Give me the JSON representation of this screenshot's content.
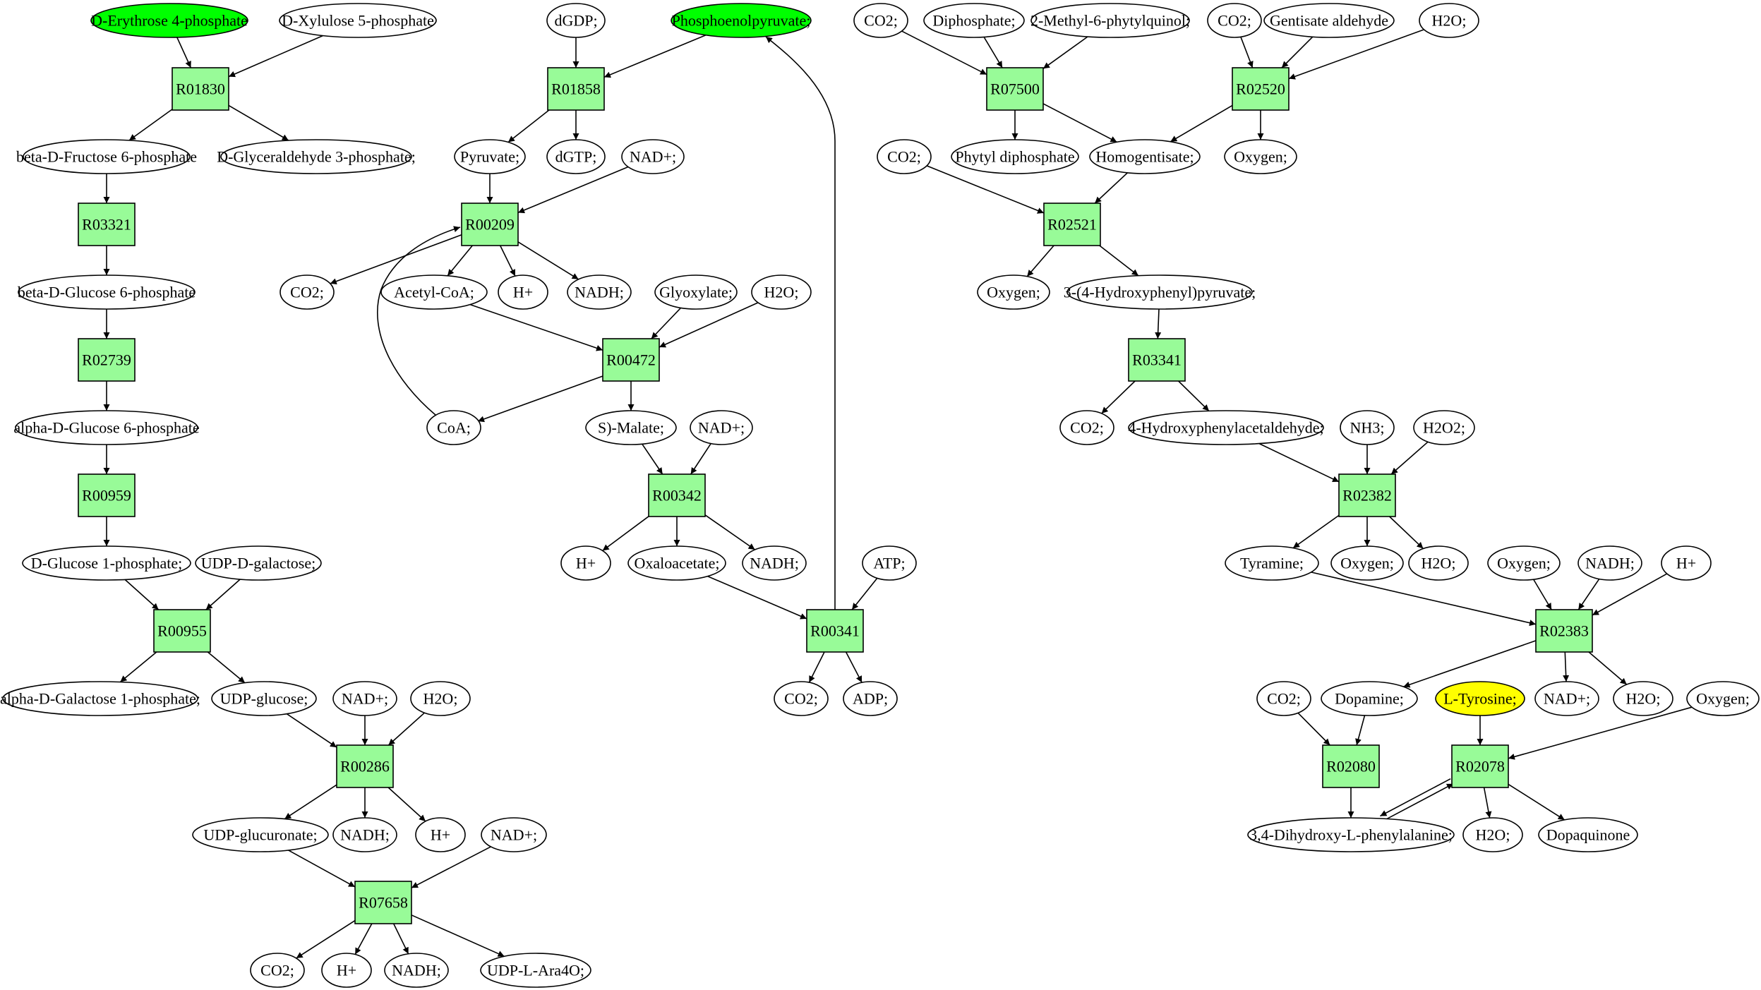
{
  "colors": {
    "reaction_fill": "#98fb98",
    "compound_fill": "#ffffff",
    "highlight_green": "#00ff00",
    "highlight_yellow": "#ffff00",
    "stroke": "#000000"
  },
  "reactions": [
    {
      "id": "R01830",
      "label": "R01830"
    },
    {
      "id": "R03321",
      "label": "R03321"
    },
    {
      "id": "R02739",
      "label": "R02739"
    },
    {
      "id": "R00959",
      "label": "R00959"
    },
    {
      "id": "R00955",
      "label": "R00955"
    },
    {
      "id": "R00286",
      "label": "R00286"
    },
    {
      "id": "R07658",
      "label": "R07658"
    },
    {
      "id": "R01858",
      "label": "R01858"
    },
    {
      "id": "R00209",
      "label": "R00209"
    },
    {
      "id": "R00472",
      "label": "R00472"
    },
    {
      "id": "R00342",
      "label": "R00342"
    },
    {
      "id": "R00341",
      "label": "R00341"
    },
    {
      "id": "R07500",
      "label": "R07500"
    },
    {
      "id": "R02520",
      "label": "R02520"
    },
    {
      "id": "R02521",
      "label": "R02521"
    },
    {
      "id": "R03341",
      "label": "R03341"
    },
    {
      "id": "R02382",
      "label": "R02382"
    },
    {
      "id": "R02383",
      "label": "R02383"
    },
    {
      "id": "R02080",
      "label": "R02080"
    },
    {
      "id": "R02078",
      "label": "R02078"
    }
  ],
  "compounds": [
    {
      "id": "c_e4p",
      "label": "D-Erythrose 4-phosphate",
      "highlight": "green"
    },
    {
      "id": "c_x5p",
      "label": "D-Xylulose 5-phosphate"
    },
    {
      "id": "c_f6p",
      "label": "beta-D-Fructose 6-phosphate"
    },
    {
      "id": "c_g3p",
      "label": "D-Glyceraldehyde 3-phosphate;"
    },
    {
      "id": "c_bg6p",
      "label": "beta-D-Glucose 6-phosphate"
    },
    {
      "id": "c_ag6p",
      "label": "alpha-D-Glucose 6-phosphate"
    },
    {
      "id": "c_g1p",
      "label": "D-Glucose 1-phosphate;"
    },
    {
      "id": "c_udpgal",
      "label": "UDP-D-galactose;"
    },
    {
      "id": "c_agal1p",
      "label": "alpha-D-Galactose 1-phosphate;"
    },
    {
      "id": "c_udpglc",
      "label": "UDP-glucose;"
    },
    {
      "id": "c_nad_286",
      "label": "NAD+;"
    },
    {
      "id": "c_h2o_286",
      "label": "H2O;"
    },
    {
      "id": "c_udpglcA",
      "label": "UDP-glucuronate;"
    },
    {
      "id": "c_nadh_286",
      "label": "NADH;"
    },
    {
      "id": "c_h_286",
      "label": "H+"
    },
    {
      "id": "c_nad_7658",
      "label": "NAD+;"
    },
    {
      "id": "c_co2_7658",
      "label": "CO2;"
    },
    {
      "id": "c_h_7658",
      "label": "H+"
    },
    {
      "id": "c_nadh_7658",
      "label": "NADH;"
    },
    {
      "id": "c_udpara",
      "label": "UDP-L-Ara4O;"
    },
    {
      "id": "c_dgdp",
      "label": "dGDP;"
    },
    {
      "id": "c_pep",
      "label": "Phosphoenolpyruvate;",
      "highlight": "green"
    },
    {
      "id": "c_pyr",
      "label": "Pyruvate;"
    },
    {
      "id": "c_dgtp",
      "label": "dGTP;"
    },
    {
      "id": "c_nad_209",
      "label": "NAD+;"
    },
    {
      "id": "c_co2_209",
      "label": "CO2;"
    },
    {
      "id": "c_accoa",
      "label": "Acetyl-CoA;"
    },
    {
      "id": "c_h_209",
      "label": "H+"
    },
    {
      "id": "c_nadh_209",
      "label": "NADH;"
    },
    {
      "id": "c_glyox",
      "label": "Glyoxylate;"
    },
    {
      "id": "c_h2o_472",
      "label": "H2O;"
    },
    {
      "id": "c_coa",
      "label": "CoA;"
    },
    {
      "id": "c_smal",
      "label": "S)-Malate;"
    },
    {
      "id": "c_nad_342",
      "label": "NAD+;"
    },
    {
      "id": "c_h_342",
      "label": "H+"
    },
    {
      "id": "c_oaa",
      "label": "Oxaloacetate;"
    },
    {
      "id": "c_nadh_342",
      "label": "NADH;"
    },
    {
      "id": "c_atp",
      "label": "ATP;"
    },
    {
      "id": "c_co2_341",
      "label": "CO2;"
    },
    {
      "id": "c_adp",
      "label": "ADP;"
    },
    {
      "id": "c_co2_a",
      "label": "CO2;"
    },
    {
      "id": "c_pp",
      "label": "Diphosphate;"
    },
    {
      "id": "c_mpq",
      "label": "2-Methyl-6-phytylquinol;"
    },
    {
      "id": "c_co2_b",
      "label": "CO2;"
    },
    {
      "id": "c_gent",
      "label": "Gentisate aldehyde"
    },
    {
      "id": "c_h2o_2520",
      "label": "H2O;"
    },
    {
      "id": "c_phytpp",
      "label": "Phytyl diphosphate"
    },
    {
      "id": "c_hgent",
      "label": "Homogentisate;"
    },
    {
      "id": "c_o2_2520",
      "label": "Oxygen;"
    },
    {
      "id": "c_co2_2521",
      "label": "CO2;"
    },
    {
      "id": "c_o2_2521",
      "label": "Oxygen;"
    },
    {
      "id": "c_hpp",
      "label": "3-(4-Hydroxyphenyl)pyruvate;"
    },
    {
      "id": "c_co2_3341",
      "label": "CO2;"
    },
    {
      "id": "c_hpa",
      "label": "4-Hydroxyphenylacetaldehyde;"
    },
    {
      "id": "c_nh3",
      "label": "NH3;"
    },
    {
      "id": "c_h2o2",
      "label": "H2O2;"
    },
    {
      "id": "c_tyra",
      "label": "Tyramine;"
    },
    {
      "id": "c_o2_2382",
      "label": "Oxygen;"
    },
    {
      "id": "c_h2o_2382",
      "label": "H2O;"
    },
    {
      "id": "c_o2_2383",
      "label": "Oxygen;"
    },
    {
      "id": "c_nadh_2383",
      "label": "NADH;"
    },
    {
      "id": "c_h_2383",
      "label": "H+"
    },
    {
      "id": "c_co2_2080",
      "label": "CO2;"
    },
    {
      "id": "c_dopa",
      "label": "Dopamine;"
    },
    {
      "id": "c_tyr",
      "label": "L-Tyrosine;",
      "highlight": "yellow"
    },
    {
      "id": "c_o2_2078",
      "label": "Oxygen;"
    },
    {
      "id": "c_nad_2383",
      "label": "NAD+;"
    },
    {
      "id": "c_h2o_2383",
      "label": "H2O;"
    },
    {
      "id": "c_ldopa",
      "label": "3,4-Dihydroxy-L-phenylalanine;"
    },
    {
      "id": "c_h2o_2078",
      "label": "H2O;"
    },
    {
      "id": "c_dq",
      "label": "Dopaquinone"
    }
  ],
  "edges": [
    [
      "c_e4p",
      "R01830"
    ],
    [
      "c_x5p",
      "R01830"
    ],
    [
      "R01830",
      "c_f6p"
    ],
    [
      "R01830",
      "c_g3p"
    ],
    [
      "c_f6p",
      "R03321"
    ],
    [
      "R03321",
      "c_bg6p"
    ],
    [
      "c_bg6p",
      "R02739"
    ],
    [
      "R02739",
      "c_ag6p"
    ],
    [
      "c_ag6p",
      "R00959"
    ],
    [
      "R00959",
      "c_g1p"
    ],
    [
      "c_g1p",
      "R00955"
    ],
    [
      "c_udpgal",
      "R00955"
    ],
    [
      "R00955",
      "c_agal1p"
    ],
    [
      "R00955",
      "c_udpglc"
    ],
    [
      "c_udpglc",
      "R00286"
    ],
    [
      "c_nad_286",
      "R00286"
    ],
    [
      "c_h2o_286",
      "R00286"
    ],
    [
      "R00286",
      "c_udpglcA"
    ],
    [
      "R00286",
      "c_nadh_286"
    ],
    [
      "R00286",
      "c_h_286"
    ],
    [
      "c_udpglcA",
      "R07658"
    ],
    [
      "c_nad_7658",
      "R07658"
    ],
    [
      "R07658",
      "c_co2_7658"
    ],
    [
      "R07658",
      "c_h_7658"
    ],
    [
      "R07658",
      "c_nadh_7658"
    ],
    [
      "R07658",
      "c_udpara"
    ],
    [
      "c_dgdp",
      "R01858"
    ],
    [
      "c_pep",
      "R01858"
    ],
    [
      "R01858",
      "c_pyr"
    ],
    [
      "R01858",
      "c_dgtp"
    ],
    [
      "c_pyr",
      "R00209"
    ],
    [
      "c_nad_209",
      "R00209"
    ],
    [
      "c_coa",
      "R00209"
    ],
    [
      "R00209",
      "c_co2_209"
    ],
    [
      "R00209",
      "c_accoa"
    ],
    [
      "R00209",
      "c_h_209"
    ],
    [
      "R00209",
      "c_nadh_209"
    ],
    [
      "c_accoa",
      "R00472"
    ],
    [
      "c_glyox",
      "R00472"
    ],
    [
      "c_h2o_472",
      "R00472"
    ],
    [
      "R00472",
      "c_coa"
    ],
    [
      "R00472",
      "c_smal"
    ],
    [
      "c_smal",
      "R00342"
    ],
    [
      "c_nad_342",
      "R00342"
    ],
    [
      "R00342",
      "c_h_342"
    ],
    [
      "R00342",
      "c_oaa"
    ],
    [
      "R00342",
      "c_nadh_342"
    ],
    [
      "c_oaa",
      "R00341"
    ],
    [
      "c_atp",
      "R00341"
    ],
    [
      "R00341",
      "c_co2_341"
    ],
    [
      "R00341",
      "c_adp"
    ],
    [
      "R00341",
      "c_pep"
    ],
    [
      "c_co2_a",
      "R07500"
    ],
    [
      "c_pp",
      "R07500"
    ],
    [
      "c_mpq",
      "R07500"
    ],
    [
      "R07500",
      "c_phytpp"
    ],
    [
      "R07500",
      "c_hgent"
    ],
    [
      "c_co2_b",
      "R02520"
    ],
    [
      "c_gent",
      "R02520"
    ],
    [
      "c_h2o_2520",
      "R02520"
    ],
    [
      "R02520",
      "c_hgent"
    ],
    [
      "R02520",
      "c_o2_2520"
    ],
    [
      "c_co2_2521",
      "R02521"
    ],
    [
      "c_hgent",
      "R02521"
    ],
    [
      "R02521",
      "c_o2_2521"
    ],
    [
      "R02521",
      "c_hpp"
    ],
    [
      "c_hpp",
      "R03341"
    ],
    [
      "R03341",
      "c_co2_3341"
    ],
    [
      "R03341",
      "c_hpa"
    ],
    [
      "c_hpa",
      "R02382"
    ],
    [
      "c_nh3",
      "R02382"
    ],
    [
      "c_h2o2",
      "R02382"
    ],
    [
      "R02382",
      "c_tyra"
    ],
    [
      "R02382",
      "c_o2_2382"
    ],
    [
      "R02382",
      "c_h2o_2382"
    ],
    [
      "c_tyra",
      "R02383"
    ],
    [
      "c_o2_2383",
      "R02383"
    ],
    [
      "c_nadh_2383",
      "R02383"
    ],
    [
      "c_h_2383",
      "R02383"
    ],
    [
      "R02383",
      "c_dopa"
    ],
    [
      "R02383",
      "c_nad_2383"
    ],
    [
      "R02383",
      "c_h2o_2383"
    ],
    [
      "c_co2_2080",
      "R02080"
    ],
    [
      "c_dopa",
      "R02080"
    ],
    [
      "R02080",
      "c_ldopa"
    ],
    [
      "c_tyr",
      "R02078"
    ],
    [
      "c_o2_2078",
      "R02078"
    ],
    [
      "c_ldopa",
      "R02078"
    ],
    [
      "R02078",
      "c_ldopa"
    ],
    [
      "R02078",
      "c_h2o_2078"
    ],
    [
      "R02078",
      "c_dq"
    ]
  ]
}
